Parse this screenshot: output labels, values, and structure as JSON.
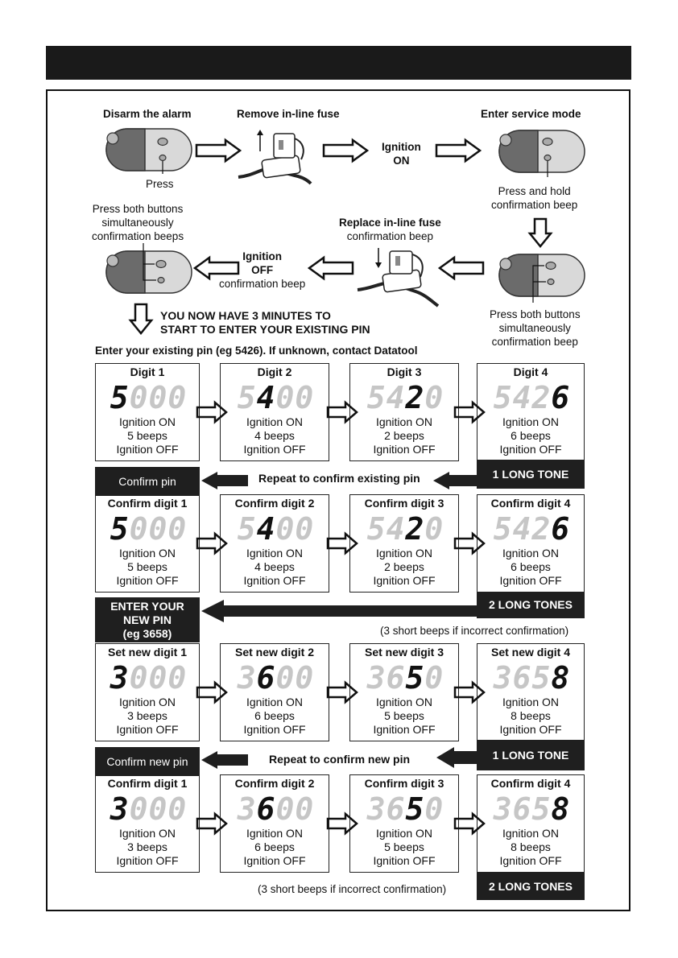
{
  "intro": {
    "disarm_label": "Disarm the alarm",
    "press_label": "Press",
    "remove_fuse_label": "Remove in-line fuse",
    "ignition_on": [
      "Ignition",
      "ON"
    ],
    "service_mode_label": "Enter service mode",
    "press_hold": [
      "Press and hold",
      "confirmation beep"
    ],
    "press_both_right": [
      "Press both buttons",
      "simultaneously",
      "confirmation beep"
    ],
    "replace_fuse_label": "Replace in-line fuse",
    "replace_fuse_sub": "confirmation beep",
    "ignition_off": [
      "Ignition",
      "OFF"
    ],
    "ignition_off_sub": "confirmation beep",
    "press_both_left": [
      "Press both buttons",
      "simultaneously",
      "confirmation beeps"
    ],
    "three_minutes": [
      "YOU NOW HAVE 3 MINUTES TO",
      "START TO ENTER YOUR EXISTING PIN"
    ],
    "enter_existing": "Enter your existing pin (eg 5426). If unknown, contact Datatool"
  },
  "rows": [
    {
      "steps": [
        {
          "head": "Digit 1",
          "digits": "5000",
          "active": 1,
          "lines": [
            "Ignition ON",
            "5 beeps",
            "Ignition OFF"
          ]
        },
        {
          "head": "Digit 2",
          "digits": "5400",
          "active": 2,
          "lines": [
            "Ignition ON",
            "4 beeps",
            "Ignition OFF"
          ]
        },
        {
          "head": "Digit 3",
          "digits": "5420",
          "active": 3,
          "lines": [
            "Ignition ON",
            "2 beeps",
            "Ignition OFF"
          ]
        },
        {
          "head": "Digit 4",
          "digits": "5426",
          "active": 4,
          "lines": [
            "Ignition ON",
            "6 beeps",
            "Ignition OFF"
          ]
        }
      ]
    },
    {
      "steps": [
        {
          "head": "Confirm digit 1",
          "digits": "5000",
          "active": 1,
          "lines": [
            "Ignition ON",
            "5 beeps",
            "Ignition OFF"
          ]
        },
        {
          "head": "Confirm digit 2",
          "digits": "5400",
          "active": 2,
          "lines": [
            "Ignition ON",
            "4 beeps",
            "Ignition OFF"
          ]
        },
        {
          "head": "Confirm digit 3",
          "digits": "5420",
          "active": 3,
          "lines": [
            "Ignition ON",
            "2 beeps",
            "Ignition OFF"
          ]
        },
        {
          "head": "Confirm digit 4",
          "digits": "5426",
          "active": 4,
          "lines": [
            "Ignition ON",
            "6 beeps",
            "Ignition OFF"
          ]
        }
      ]
    },
    {
      "steps": [
        {
          "head": "Set new digit 1",
          "digits": "3000",
          "active": 1,
          "lines": [
            "Ignition ON",
            "3 beeps",
            "Ignition OFF"
          ]
        },
        {
          "head": "Set new digit 2",
          "digits": "3600",
          "active": 2,
          "lines": [
            "Ignition ON",
            "6 beeps",
            "Ignition OFF"
          ]
        },
        {
          "head": "Set new digit 3",
          "digits": "3650",
          "active": 3,
          "lines": [
            "Ignition ON",
            "5 beeps",
            "Ignition OFF"
          ]
        },
        {
          "head": "Set new digit 4",
          "digits": "3658",
          "active": 4,
          "lines": [
            "Ignition ON",
            "8 beeps",
            "Ignition OFF"
          ]
        }
      ]
    },
    {
      "steps": [
        {
          "head": "Confirm digit 1",
          "digits": "3000",
          "active": 1,
          "lines": [
            "Ignition ON",
            "3 beeps",
            "Ignition OFF"
          ]
        },
        {
          "head": "Confirm digit 2",
          "digits": "3600",
          "active": 2,
          "lines": [
            "Ignition ON",
            "6 beeps",
            "Ignition OFF"
          ]
        },
        {
          "head": "Confirm digit 3",
          "digits": "3650",
          "active": 3,
          "lines": [
            "Ignition ON",
            "5 beeps",
            "Ignition OFF"
          ]
        },
        {
          "head": "Confirm digit 4",
          "digits": "3658",
          "active": 4,
          "lines": [
            "Ignition ON",
            "8 beeps",
            "Ignition OFF"
          ]
        }
      ]
    }
  ],
  "bands": {
    "tone1a": "1 LONG TONE",
    "confirm_pin": "Confirm pin",
    "repeat_existing": "Repeat to confirm existing pin",
    "tone2a": "2 LONG TONES",
    "enter_new": [
      "ENTER YOUR",
      "NEW PIN",
      "(eg 3658)"
    ],
    "short_beeps_a": "(3 short beeps if  incorrect confirmation)",
    "tone1b": "1 LONG TONE",
    "confirm_new_pin": "Confirm new pin",
    "repeat_new": "Repeat to confirm new pin",
    "short_beeps_b": "(3 short beeps if  incorrect confirmation)",
    "tone2b": "2 LONG TONES"
  },
  "colors": {
    "dark": "#1f1f1f",
    "lcd_off": "#c6c6c6",
    "fob_dark": "#6b6b6b",
    "fob_light": "#d9d9d9"
  }
}
